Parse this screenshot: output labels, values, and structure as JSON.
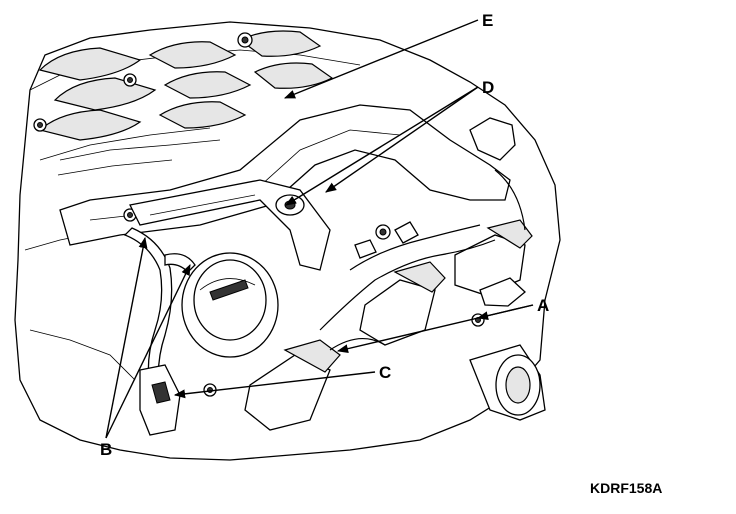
{
  "callouts": {
    "a": "A",
    "b": "B",
    "c": "C",
    "d": "D",
    "e": "E"
  },
  "figure_id": "KDRF158A"
}
